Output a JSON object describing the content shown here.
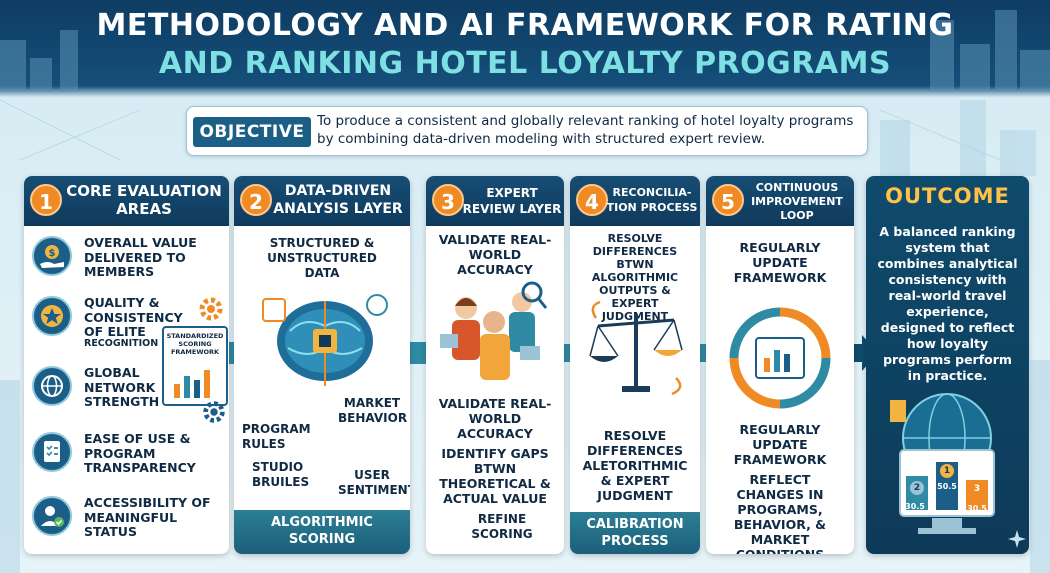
{
  "title": {
    "line1": "METHODOLOGY AND AI FRAMEWORK FOR RATING",
    "line2": "AND RANKING HOTEL LOYALTY PROGRAMS"
  },
  "objective": {
    "label": "OBJECTIVE",
    "text": "To produce a consistent and globally relevant ranking of hotel loyalty programs by combining data-driven modeling with structured expert review."
  },
  "steps": [
    {
      "number": "1",
      "title": "CORE EVALUATION AREAS",
      "criteria": [
        {
          "label": "OVERALL VALUE DELIVERED TO MEMBERS",
          "icon": "money-hand-icon"
        },
        {
          "label": "QUALITY & CONSISTENCY OF ELITE",
          "sub": "RECOGNITION",
          "icon": "star-badge-icon"
        },
        {
          "label": "GLOBAL NETWORK STRENGTH",
          "icon": "globe-icon"
        },
        {
          "label": "EASE OF USE & PROGRAM TRANSPARENCY",
          "icon": "checklist-icon"
        },
        {
          "label": "ACCESSIBILITY OF MEANINGFUL STATUS",
          "icon": "user-check-icon"
        }
      ],
      "card_label": "STANDARDIZED SCORING FRAMEWORK"
    },
    {
      "number": "2",
      "title": "DATA-DRIVEN ANALYSIS LAYER",
      "top_text": "STRUCTURED & UNSTRUCTURED DATA",
      "labels": [
        "PROGRAM RULES",
        "MARKET BEHAVIOR",
        "STUDIO BRUILES",
        "USER SENTIMENT"
      ],
      "footer": "ALGORITHMIC SCORING"
    },
    {
      "number": "3",
      "title": "EXPERT REVIEW LAYER",
      "top_text": "VALIDATE REAL-WORLD ACCURACY",
      "mid_text": "VALIDATE REAL-WORLD ACCURACY",
      "gaps_text": "IDENTIFY GAPS BTWN THEORETICAL & ACTUAL VALUE",
      "refine_text": "REFINE SCORING"
    },
    {
      "number": "4",
      "title": "RECONCILIA-TION PROCESS",
      "top_text": "RESOLVE DIFFERENCES BTWN ALGORITHMIC OUTPUTS & EXPERT JUDGMENT",
      "bottom_text": "RESOLVE DIFFERENCES ALETORITHMIC & EXPERT JUDGMENT",
      "footer": "CALIBRATION PROCESS"
    },
    {
      "number": "5",
      "title": "CONTINUOUS IMPROVEMENT LOOP",
      "top_text": "REGULARLY UPDATE FRAMEWORK",
      "mid_text": "REGULARLY UPDATE FRAMEWORK",
      "bottom_text": "REFLECT CHANGES IN PROGRAMS, BEHAVIOR, & MARKET CONDITIONS"
    }
  ],
  "outcome": {
    "title": "OUTCOME",
    "text": "A balanced ranking system that combines analytical consistency with real-world travel experience, designed to reflect how loyalty programs perform in practice.",
    "scores": [
      "2",
      "1",
      "3"
    ],
    "score_values": [
      "30.5",
      "50.5",
      "30.5"
    ]
  }
}
